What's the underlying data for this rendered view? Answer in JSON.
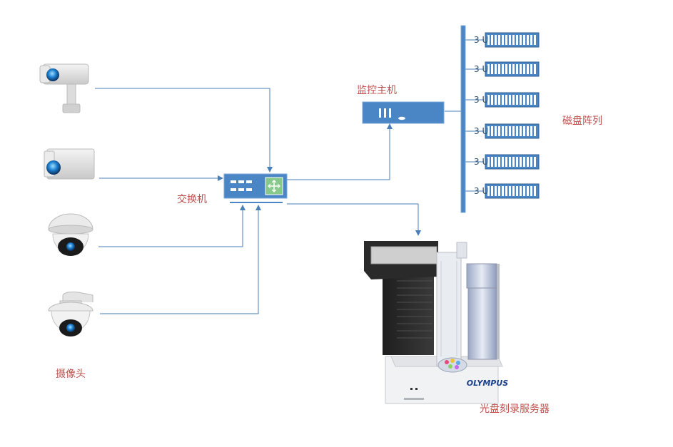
{
  "labels": {
    "cameras": "摄像头",
    "switch": "交换机",
    "monitor_host": "监控主机",
    "disk_array": "磁盘阵列",
    "burner_server": "光盘刻录服务器"
  },
  "disk_array": {
    "unit_label": "3 U",
    "unit_count": 6
  },
  "burner": {
    "brand": "OLYMPUS"
  },
  "colors": {
    "connector_line": "#4a7fb8",
    "device_blue": "#4a86c5",
    "label_text": "#c0504d"
  },
  "icons": [
    "bullet-camera-icon",
    "box-camera-icon",
    "dome-camera-icon",
    "ptz-camera-icon",
    "network-switch-icon",
    "monitor-host-icon",
    "disk-array-icon",
    "disc-burner-icon"
  ]
}
